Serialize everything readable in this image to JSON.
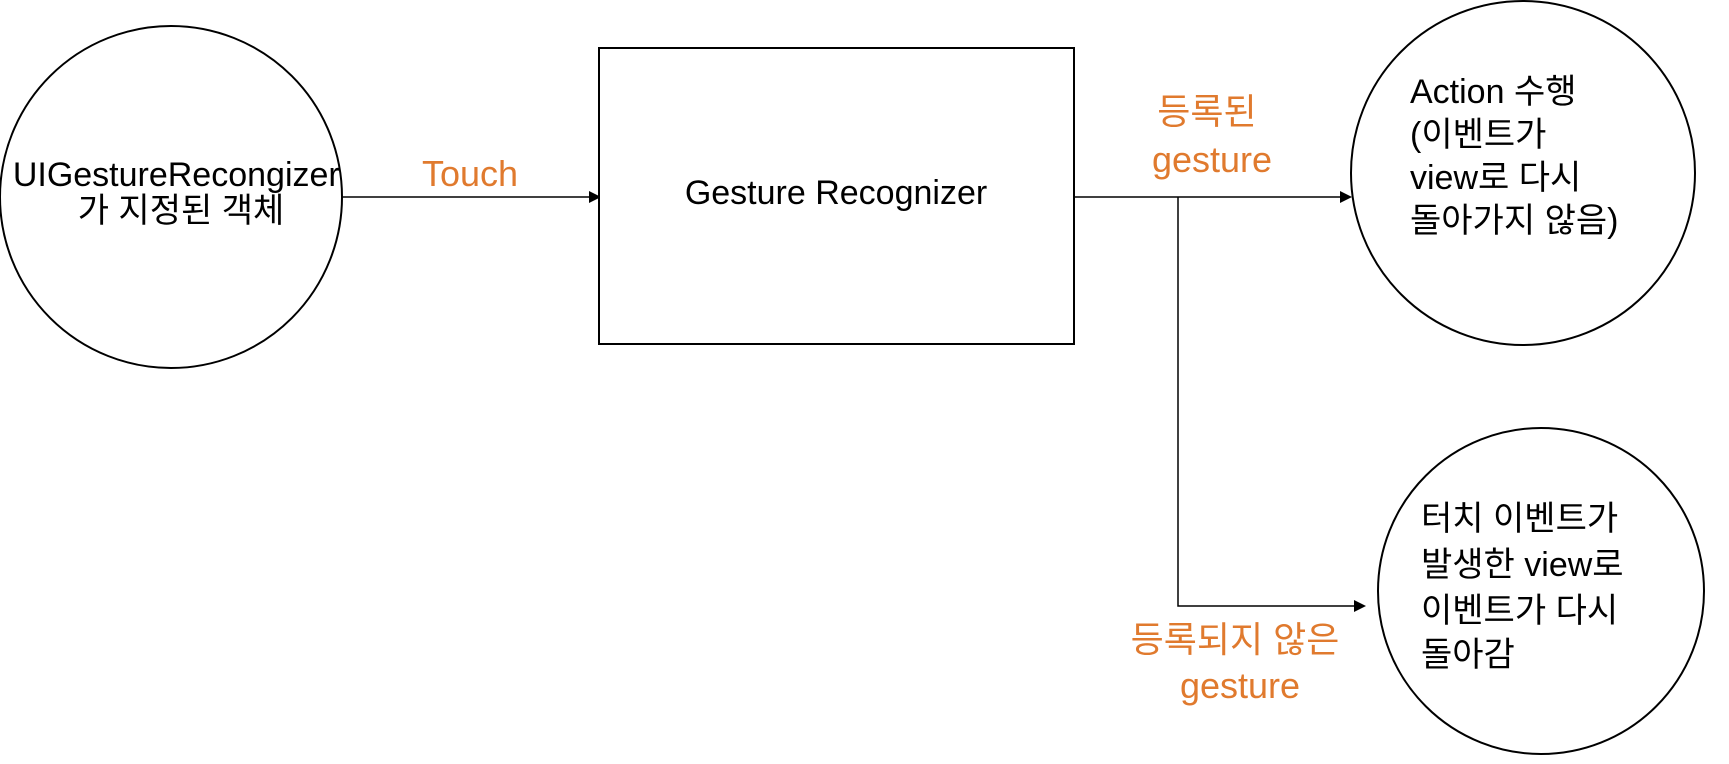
{
  "colors": {
    "edge_label": "#e07a2e",
    "stroke": "#000000",
    "node_text": "#000000",
    "background": "#ffffff"
  },
  "nodes": {
    "source": {
      "lines": [
        "UIGestureRecongizer",
        "가 지정된 객체"
      ]
    },
    "recognizer": {
      "label": "Gesture Recognizer"
    },
    "action": {
      "lines": [
        "Action 수행",
        "(이벤트가",
        "view로 다시",
        "돌아가지 않음)"
      ]
    },
    "fallback": {
      "lines": [
        "터치 이벤트가",
        "발생한 view로",
        "이벤트가 다시",
        "돌아감"
      ]
    }
  },
  "edges": {
    "touch": {
      "label": "Touch"
    },
    "registered": {
      "lines": [
        "등록된",
        "gesture"
      ]
    },
    "unregistered": {
      "lines": [
        "등록되지 않은",
        "gesture"
      ]
    }
  }
}
